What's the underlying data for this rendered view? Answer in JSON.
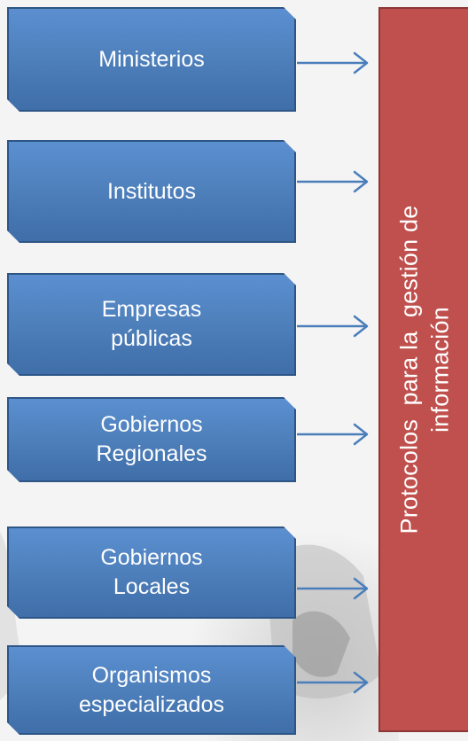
{
  "boxes": [
    {
      "name": "box-ministerios",
      "lines": [
        "Ministerios"
      ]
    },
    {
      "name": "box-institutos",
      "lines": [
        "Institutos"
      ]
    },
    {
      "name": "box-empresas-publicas",
      "lines": [
        "Empresas",
        "públicas"
      ]
    },
    {
      "name": "box-gobiernos-regionales",
      "lines": [
        "Gobiernos",
        "Regionales"
      ]
    },
    {
      "name": "box-gobiernos-locales",
      "lines": [
        "Gobiernos",
        "Locales"
      ]
    },
    {
      "name": "box-organismos-especializados",
      "lines": [
        "Organismos",
        "especializados"
      ]
    }
  ],
  "target": {
    "lines": [
      "Protocolos  para la  gestión de",
      "información"
    ]
  },
  "colors": {
    "box_fill": "#4f81bd",
    "box_border": "#2d5586",
    "target_fill": "#c0504d",
    "arrow": "#4a7ebb"
  }
}
